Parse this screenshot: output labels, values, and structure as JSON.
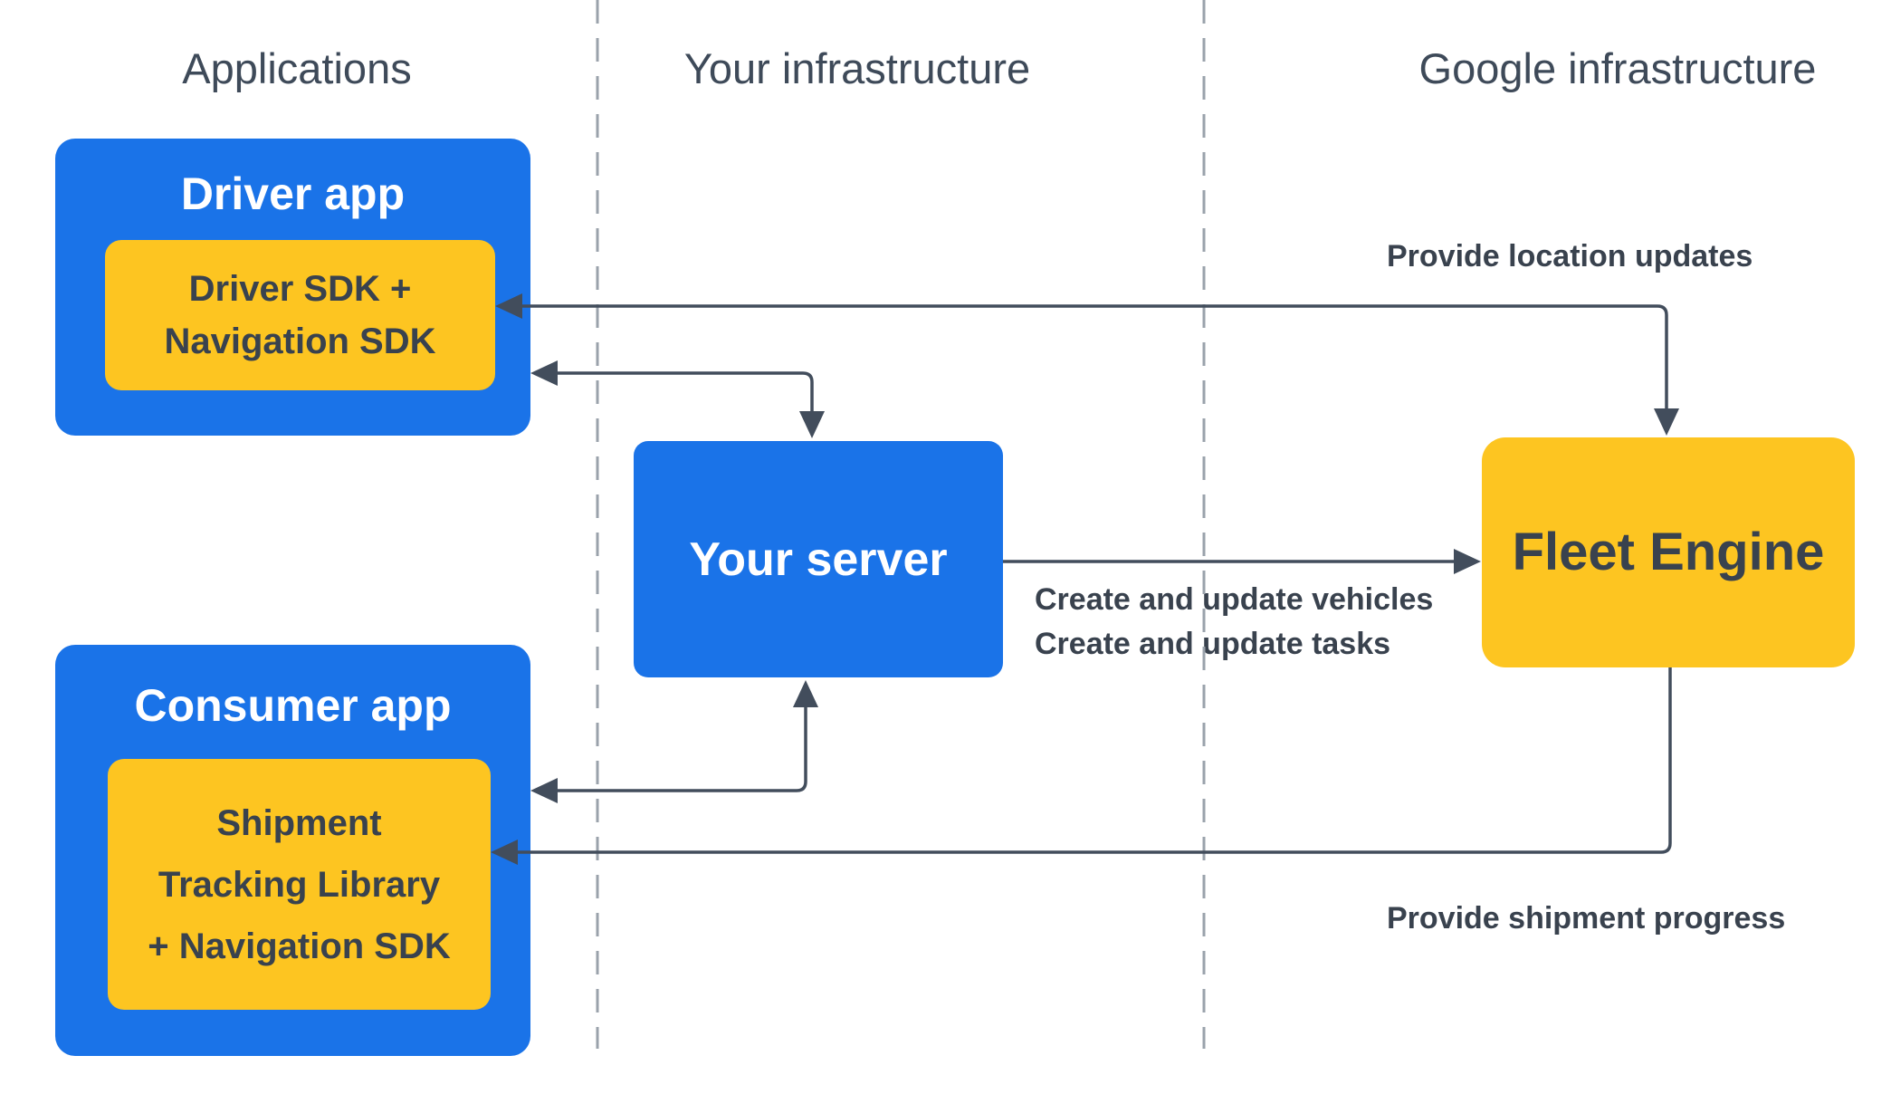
{
  "diagram": {
    "columns": [
      {
        "label": "Applications"
      },
      {
        "label": "Your infrastructure"
      },
      {
        "label": "Google infrastructure"
      }
    ],
    "nodes": {
      "driver_app": {
        "title": "Driver app"
      },
      "driver_sdk": {
        "line1": "Driver SDK +",
        "line2": "Navigation SDK"
      },
      "consumer_app": {
        "title": "Consumer app"
      },
      "shipment_lib": {
        "line1": "Shipment",
        "line2": "Tracking Library",
        "line3": "+ Navigation SDK"
      },
      "your_server": {
        "title": "Your server"
      },
      "fleet_engine": {
        "title": "Fleet Engine"
      }
    },
    "edge_labels": {
      "location_updates": "Provide location updates",
      "create_vehicles": "Create and update vehicles",
      "create_tasks": "Create and update tasks",
      "shipment_progress": "Provide shipment progress"
    },
    "colors": {
      "blue": "#1a73e8",
      "yellow": "#fdc521",
      "line": "#424d5c",
      "dash": "#9aa2ab",
      "heading": "#3e4a59",
      "dark-text": "#39424e"
    }
  }
}
